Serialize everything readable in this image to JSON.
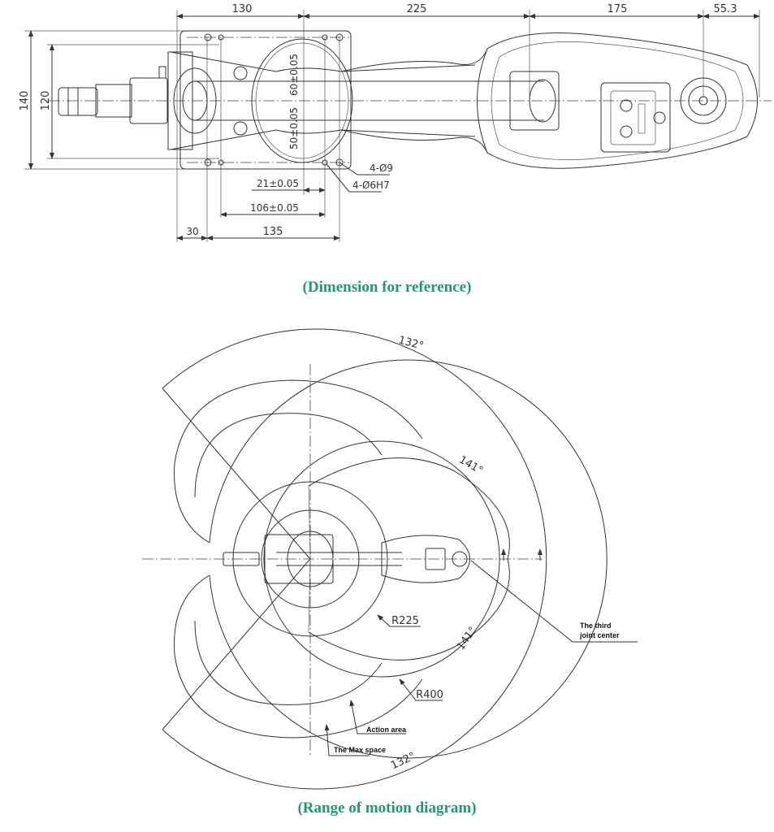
{
  "top_drawing": {
    "dims_top": [
      "130",
      "225",
      "175",
      "55.3"
    ],
    "dims_left": [
      "140",
      "120"
    ],
    "dims_vertical_inner": [
      "60±0.05",
      "50±0.05"
    ],
    "hole_callouts": [
      "4-Ø9",
      "4-Ø6H7"
    ],
    "dims_bottom": [
      "21±0.05",
      "106±0.05",
      "30",
      "135"
    ],
    "caption": "(Dimension for reference)"
  },
  "bottom_drawing": {
    "angles": [
      "132°",
      "141°",
      "141°",
      "132°"
    ],
    "radii": [
      "R225",
      "R400"
    ],
    "labels": {
      "third_joint_line1": "The third",
      "third_joint_line2": "joint center",
      "action_area": "Action area",
      "max_space": "The Max space"
    },
    "caption": "(Range of motion diagram)"
  },
  "colors": {
    "caption": "#1f9a6e",
    "line": "#333333"
  }
}
